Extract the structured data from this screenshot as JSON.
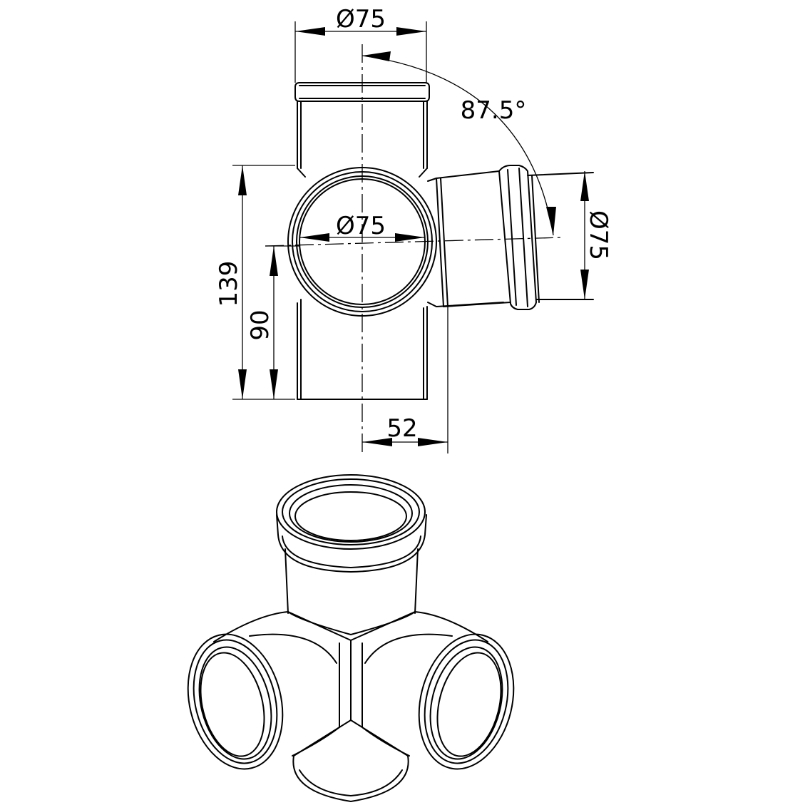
{
  "dimensions": {
    "top_diameter": "Ø75",
    "branch_diameter": "Ø75",
    "side_diameter": "Ø75",
    "angle": "87.5°",
    "overall_height": "139",
    "branch_height": "90",
    "branch_offset": "52"
  },
  "colors": {
    "line": "#000000",
    "background": "#ffffff"
  }
}
